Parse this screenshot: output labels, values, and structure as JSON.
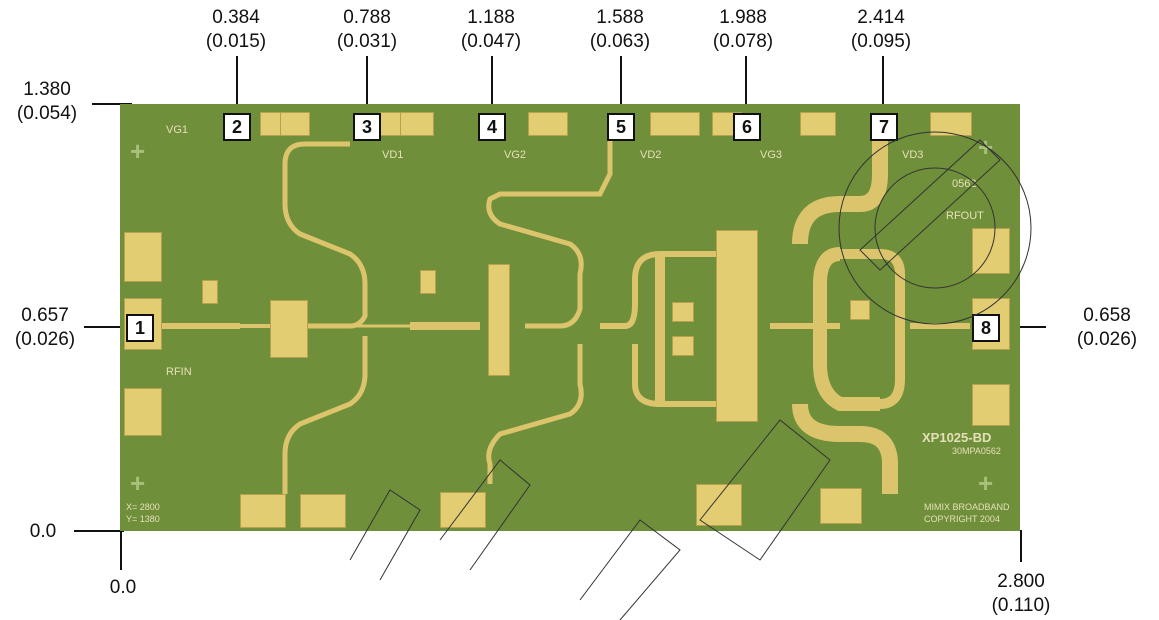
{
  "top_dims": [
    {
      "mm": "0.384",
      "in": "(0.015)"
    },
    {
      "mm": "0.788",
      "in": "(0.031)"
    },
    {
      "mm": "1.188",
      "in": "(0.047)"
    },
    {
      "mm": "1.588",
      "in": "(0.063)"
    },
    {
      "mm": "1.988",
      "in": "(0.078)"
    },
    {
      "mm": "2.414",
      "in": "(0.095)"
    }
  ],
  "left_top": {
    "mm": "1.380",
    "in": "(0.054)"
  },
  "left_mid": {
    "mm": "0.657",
    "in": "(0.026)"
  },
  "right_mid": {
    "mm": "0.658",
    "in": "(0.026)"
  },
  "origin_y": "0.0",
  "origin_x": "0.0",
  "bottom_right": {
    "mm": "2.800",
    "in": "(0.110)"
  },
  "pads": [
    "1",
    "2",
    "3",
    "4",
    "5",
    "6",
    "7",
    "8"
  ],
  "chip_labels": {
    "vg1": "VG1",
    "vd1": "VD1",
    "vg2": "VG2",
    "vd2": "VD2",
    "vg3": "VG3",
    "vd3": "VD3",
    "rfin": "RFIN",
    "rfout": "RFOUT",
    "code": "0562",
    "part": "XP1025-BD",
    "lot": "30MPA0562",
    "xy1": "X= 2800",
    "xy2": "Y= 1380",
    "copy1": "MIMIX BROADBAND",
    "copy2": "COPYRIGHT 2004"
  }
}
